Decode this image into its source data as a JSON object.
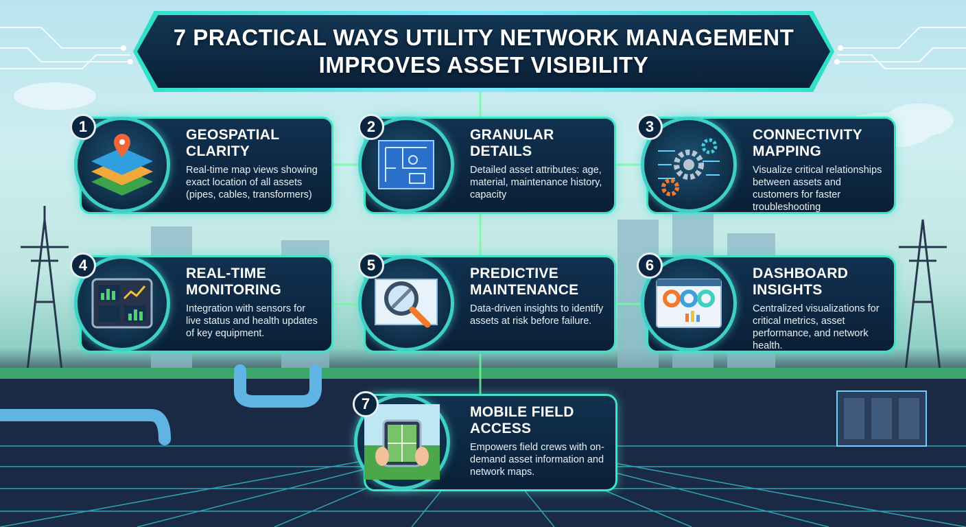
{
  "title": {
    "line1": "7 Practical Ways Utility Network Management",
    "line2": "Improves Asset Visibility"
  },
  "colors": {
    "accent": "#3fe3c6",
    "panel": "#0b2038",
    "sky": "#cdeef0",
    "grid": "#3ad7e6"
  },
  "cards": [
    {
      "number": "1",
      "title_line1": "Geospatial",
      "title_line2": "Clarity",
      "description": "Real-time map views showing exact location of all assets (pipes, cables, transformers)",
      "icon": "layered-map-icon"
    },
    {
      "number": "2",
      "title_line1": "Granular",
      "title_line2": "Details",
      "description": "Detailed asset attributes: age, material, maintenance history, capacity",
      "icon": "blueprint-icon"
    },
    {
      "number": "3",
      "title_line1": "Connectivity",
      "title_line2": "Mapping",
      "description": "Visualize critical relationships between assets and customers for faster troubleshooting",
      "icon": "gears-network-icon"
    },
    {
      "number": "4",
      "title_line1": "Real-Time",
      "title_line2": "Monitoring",
      "description": "Integration with sensors for live status and health updates of key equipment.",
      "icon": "monitoring-tablet-icon"
    },
    {
      "number": "5",
      "title_line1": "Predictive",
      "title_line2": "Maintenance",
      "description": "Data-driven insights to identify assets at risk before failure.",
      "icon": "magnifier-wrench-icon"
    },
    {
      "number": "6",
      "title_line1": "Dashboard",
      "title_line2": "Insights",
      "description": "Centralized visualizations for critical metrics, asset performance, and network health.",
      "icon": "dashboard-screen-icon"
    },
    {
      "number": "7",
      "title_line1": "Mobile Field",
      "title_line2": "Access",
      "description": "Empowers field crews with on-demand asset information and network maps.",
      "icon": "mobile-tablet-field-icon"
    }
  ]
}
